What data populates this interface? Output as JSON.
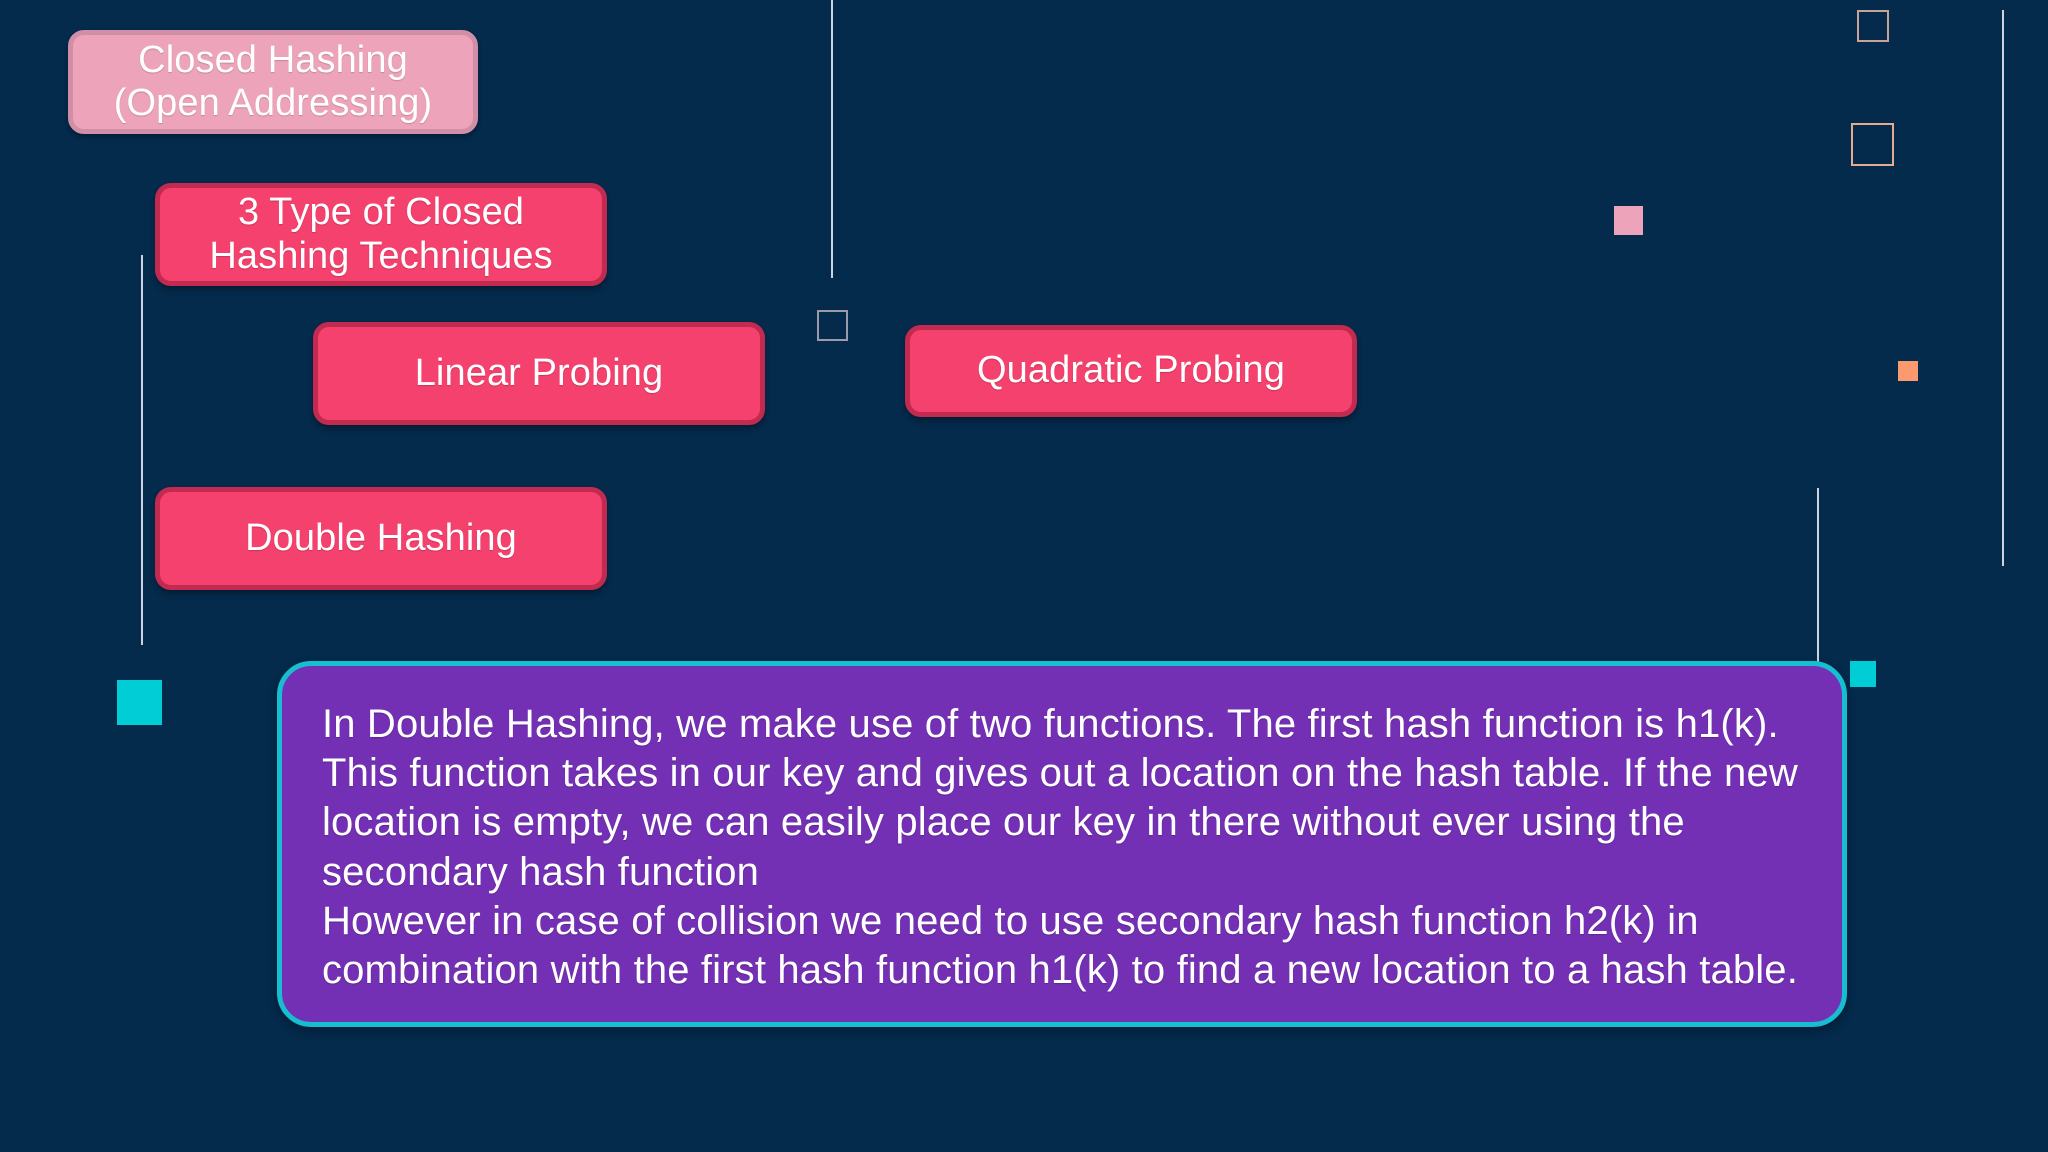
{
  "slide": {
    "background_color": "#042a4c",
    "accent_pink": "#f4416e",
    "accent_pink_border": "#c32a4f",
    "accent_rose": "#eda4ba",
    "accent_purple": "#7430b5",
    "accent_cyan": "#17becf",
    "accent_orange": "#fb9a6e",
    "text_color": "#ffffff"
  },
  "nodes": [
    {
      "id": "closed-hashing-root",
      "label": "Closed Hashing\n(Open Addressing)",
      "style": "root"
    },
    {
      "id": "three-types",
      "label": "3 Type of Closed\nHashing Techniques",
      "style": "pink"
    },
    {
      "id": "linear-probing",
      "label": "Linear Probing",
      "style": "pink"
    },
    {
      "id": "quadratic-probing",
      "label": "Quadratic Probing",
      "style": "pink"
    },
    {
      "id": "double-hashing",
      "label": "Double Hashing",
      "style": "pink"
    }
  ],
  "description": {
    "title": "Double Hashing explanation",
    "body": "In Double Hashing, we make use of two functions. The first hash function is h1(k). This function takes in our key and gives out a location on the hash table. If the new location is empty, we can easily place our key in there without  ever using the secondary hash function\nHowever in case of collision we need to use secondary hash function h2(k) in combination with the first hash function h1(k) to find a new location to a hash table."
  },
  "decorations": {
    "lines": [
      {
        "name": "vertical-line-center-top"
      },
      {
        "name": "vertical-line-left"
      },
      {
        "name": "vertical-line-right-inner"
      },
      {
        "name": "vertical-line-far-right"
      }
    ],
    "squares": [
      {
        "name": "square-outline-top-right",
        "color": "#caa398"
      },
      {
        "name": "square-outline-right",
        "color": "#e8a98c"
      },
      {
        "name": "square-outline-center",
        "color": "#9a9aa8"
      },
      {
        "name": "square-filled-pink",
        "color": "#eda4ba"
      },
      {
        "name": "square-filled-orange",
        "color": "#fb9a6e"
      },
      {
        "name": "square-filled-cyan-left",
        "color": "#00cdd6"
      },
      {
        "name": "square-filled-cyan-right",
        "color": "#00cdd6"
      }
    ]
  }
}
